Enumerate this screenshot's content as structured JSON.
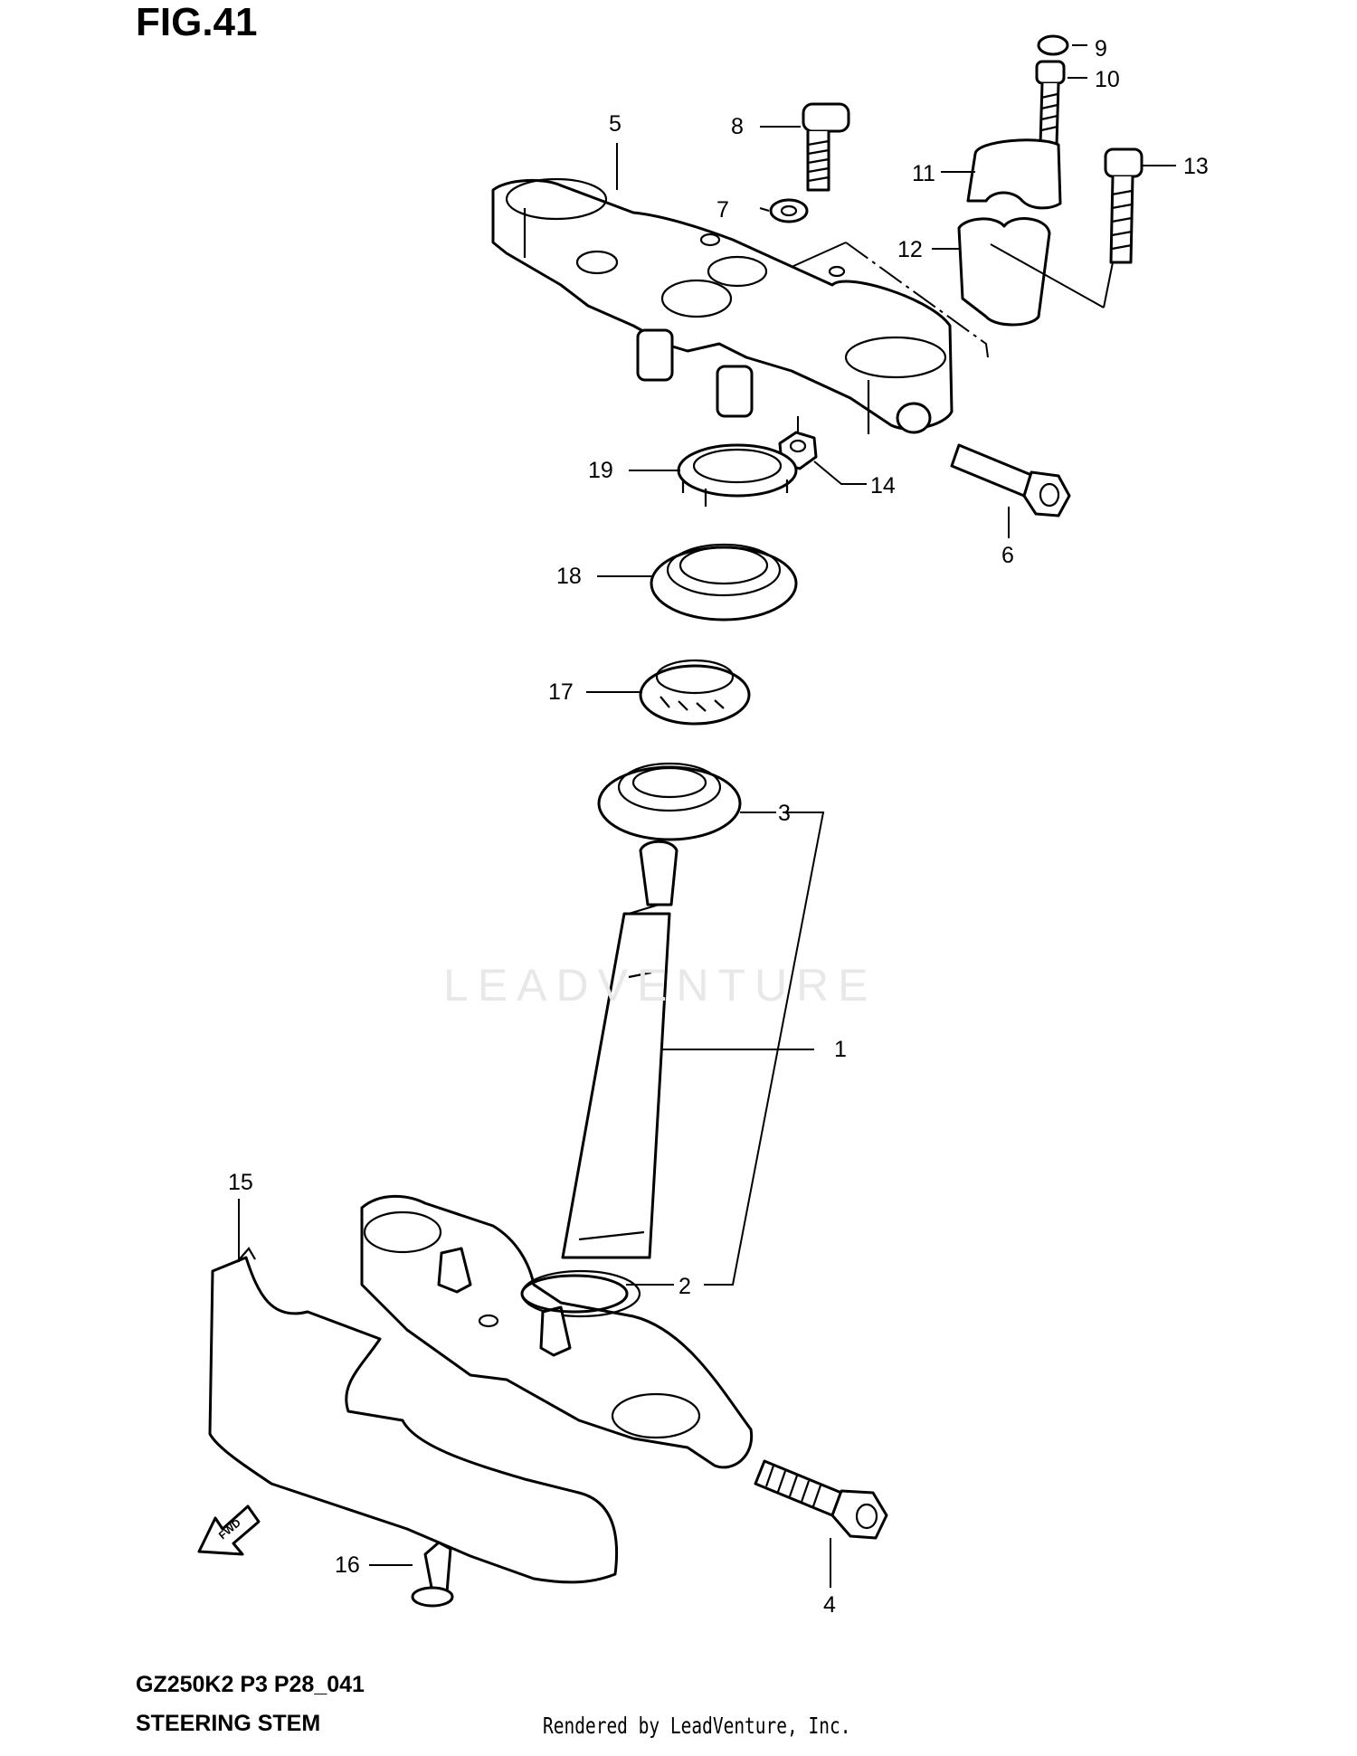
{
  "figure": {
    "title": "FIG.41",
    "model_code": "GZ250K2 P3 P28_041",
    "caption": "STEERING STEM",
    "rendered_by": "Rendered by LeadVenture, Inc.",
    "watermark": "LEADVENTURE"
  },
  "callouts": [
    {
      "id": "1",
      "label": "1",
      "part": "steering-stem"
    },
    {
      "id": "2",
      "label": "2",
      "part": "lower-bearing"
    },
    {
      "id": "3",
      "label": "3",
      "part": "upper-bearing"
    },
    {
      "id": "4",
      "label": "4",
      "part": "lower-clamp-bolt"
    },
    {
      "id": "5",
      "label": "5",
      "part": "upper-bracket"
    },
    {
      "id": "6",
      "label": "6",
      "part": "upper-clamp-bolt"
    },
    {
      "id": "7",
      "label": "7",
      "part": "washer"
    },
    {
      "id": "8",
      "label": "8",
      "part": "stem-head-bolt"
    },
    {
      "id": "9",
      "label": "9",
      "part": "cap"
    },
    {
      "id": "10",
      "label": "10",
      "part": "holder-bolt"
    },
    {
      "id": "11",
      "label": "11",
      "part": "handlebar-holder-upper"
    },
    {
      "id": "12",
      "label": "12",
      "part": "handlebar-holder-lower"
    },
    {
      "id": "13",
      "label": "13",
      "part": "holder-mount-bolt"
    },
    {
      "id": "14",
      "label": "14",
      "part": "nut"
    },
    {
      "id": "15",
      "label": "15",
      "part": "brake-hose-guide"
    },
    {
      "id": "16",
      "label": "16",
      "part": "guide-screw"
    },
    {
      "id": "17",
      "label": "17",
      "part": "bearing"
    },
    {
      "id": "18",
      "label": "18",
      "part": "dust-seal"
    },
    {
      "id": "19",
      "label": "19",
      "part": "stem-nut"
    }
  ],
  "fwd_arrow_label": "FWD"
}
